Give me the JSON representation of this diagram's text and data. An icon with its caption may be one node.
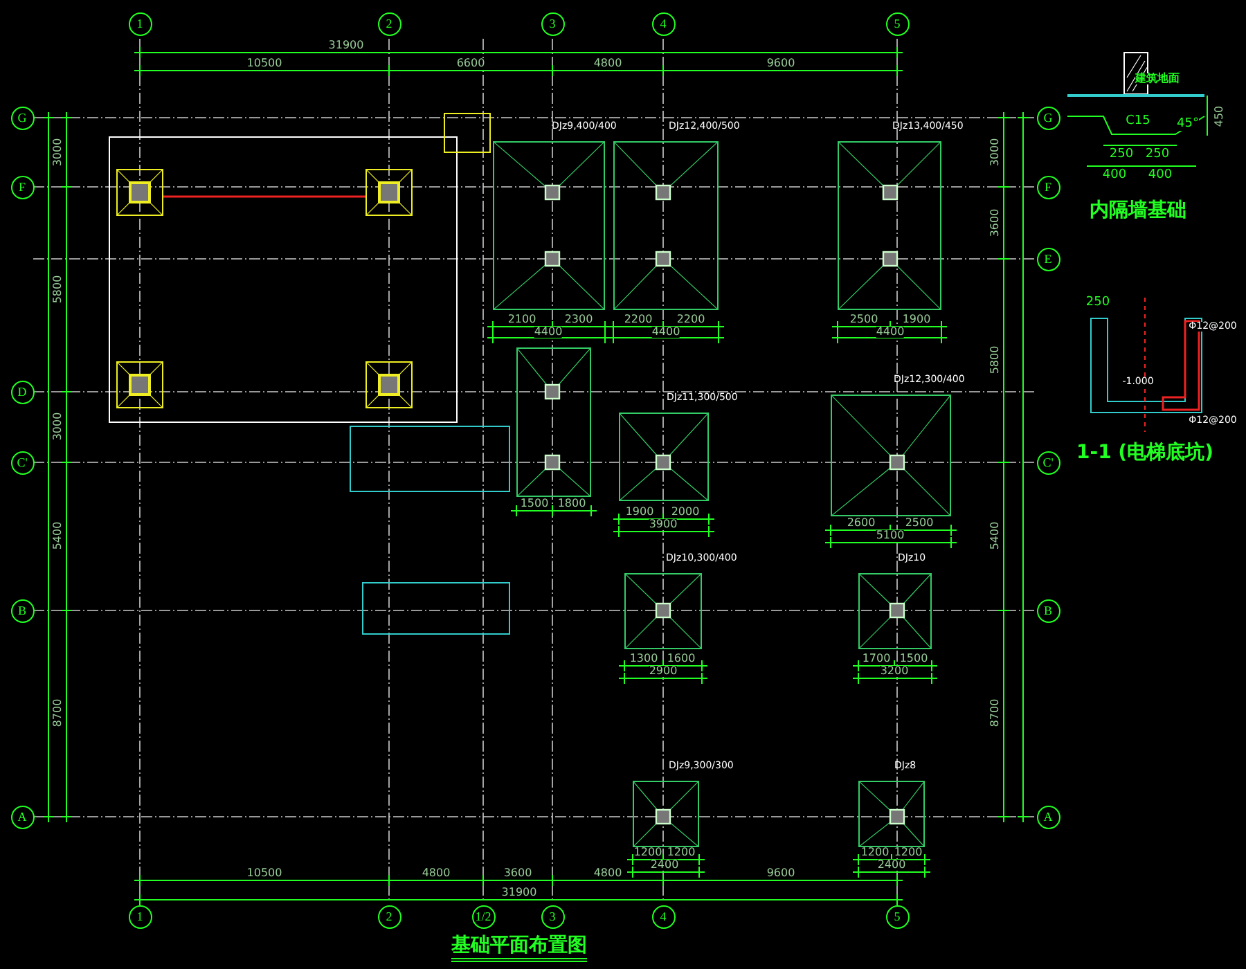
{
  "diagram": {
    "title": "基础平面布置图",
    "nodes": [
      {
        "text": [
          "1"
        ]
      },
      {
        "text": [
          "2"
        ]
      },
      {
        "text": [
          "3"
        ]
      },
      {
        "text": [
          "4"
        ]
      },
      {
        "text": [
          "5"
        ]
      },
      {
        "text": [
          "G"
        ]
      },
      {
        "text": [
          "G"
        ]
      },
      {
        "text": [
          "F"
        ]
      },
      {
        "text": [
          "F"
        ]
      },
      {
        "text": [
          "E"
        ]
      },
      {
        "text": [
          "D"
        ]
      },
      {
        "text": [
          "C'"
        ]
      },
      {
        "text": [
          "C'"
        ]
      },
      {
        "text": [
          "B"
        ]
      },
      {
        "text": [
          "B"
        ]
      },
      {
        "text": [
          "A"
        ]
      },
      {
        "text": [
          "A"
        ]
      },
      {
        "text": [
          "1"
        ]
      },
      {
        "text": [
          "2"
        ]
      },
      {
        "text": [
          "1/2"
        ]
      },
      {
        "text": [
          "3"
        ]
      },
      {
        "text": [
          "4"
        ]
      },
      {
        "text": [
          "5"
        ]
      },
      {
        "text": [],
        "shape": "box",
        "beside": [
          "DJz9,400/400"
        ]
      },
      {
        "text": [],
        "shape": "box",
        "beside": [
          "DJz12,400/500"
        ]
      },
      {
        "text": [],
        "shape": "box",
        "beside": [
          "DJz13,400/450"
        ]
      },
      {
        "text": [],
        "shape": "box"
      },
      {
        "text": [],
        "shape": "box",
        "beside": [
          "DJz11,300/500"
        ]
      },
      {
        "text": [],
        "shape": "box",
        "beside": [
          "DJz12,300/400"
        ]
      },
      {
        "text": [],
        "shape": "box",
        "beside": [
          "DJz10,300/400"
        ]
      },
      {
        "text": [],
        "shape": "box",
        "beside": [
          "DJz10"
        ]
      },
      {
        "text": [],
        "shape": "box",
        "beside": [
          "DJz9,300/300"
        ]
      },
      {
        "text": [],
        "shape": "box",
        "beside": [
          "DJz8"
        ]
      },
      {
        "text": [],
        "shape": "box"
      },
      {
        "text": [],
        "shape": "box"
      },
      {
        "text": [],
        "shape": "box"
      },
      {
        "text": [],
        "shape": "box"
      }
    ],
    "labels": [
      "31900",
      "10500",
      "6600",
      "4800",
      "9600",
      "3000",
      "5800",
      "3000",
      "5400",
      "8700",
      "3000",
      "3600",
      "5800",
      "5400",
      "8700",
      "2100",
      "2300",
      "4400",
      "2200",
      "2200",
      "4400",
      "2500",
      "1900",
      "4400",
      "1500",
      "1800",
      "1900",
      "2000",
      "3900",
      "2600",
      "2500",
      "5100",
      "1300",
      "1600",
      "2900",
      "1700",
      "1500",
      "3200",
      "1200",
      "1200",
      "2400",
      "1200",
      "1200",
      "2400",
      "10500",
      "4800",
      "3600",
      "4800",
      "9600",
      "31900",
      "建筑地面",
      "C15",
      "45°",
      "450",
      "250",
      "250",
      "400",
      "400",
      "内隔墙基础",
      "250",
      "-1.000",
      "Φ12@200",
      "Φ12@200",
      "1-1 (电梯底坑)"
    ]
  }
}
